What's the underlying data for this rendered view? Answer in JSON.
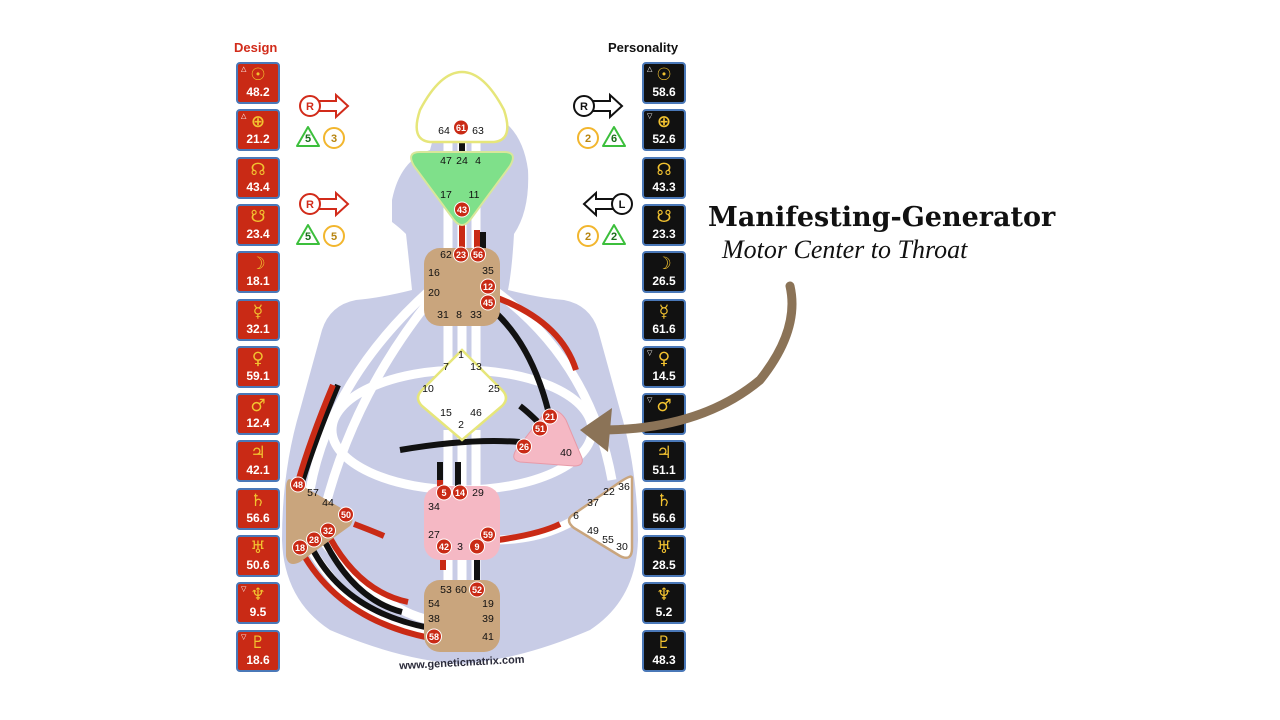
{
  "titles": {
    "design": "Design",
    "personality": "Personality"
  },
  "design": [
    {
      "icon": "sun-icon",
      "sym": "☉",
      "val": "48.2",
      "tri": "△"
    },
    {
      "icon": "earth-icon",
      "sym": "⊕",
      "val": "21.2",
      "tri": "△"
    },
    {
      "icon": "north-node-icon",
      "sym": "☊",
      "val": "43.4",
      "tri": ""
    },
    {
      "icon": "south-node-icon",
      "sym": "☋",
      "val": "23.4",
      "tri": ""
    },
    {
      "icon": "moon-icon",
      "sym": "☽",
      "val": "18.1",
      "tri": ""
    },
    {
      "icon": "mercury-icon",
      "sym": "☿",
      "val": "32.1",
      "tri": ""
    },
    {
      "icon": "venus-icon",
      "sym": "♀",
      "val": "59.1",
      "tri": ""
    },
    {
      "icon": "mars-icon",
      "sym": "♂",
      "val": "12.4",
      "tri": ""
    },
    {
      "icon": "jupiter-icon",
      "sym": "♃",
      "val": "42.1",
      "tri": ""
    },
    {
      "icon": "saturn-icon",
      "sym": "♄",
      "val": "56.6",
      "tri": ""
    },
    {
      "icon": "uranus-icon",
      "sym": "♅",
      "val": "50.6",
      "tri": ""
    },
    {
      "icon": "neptune-icon",
      "sym": "♆",
      "val": "9.5",
      "tri": "▽"
    },
    {
      "icon": "pluto-icon",
      "sym": "♇",
      "val": "18.6",
      "tri": "▽"
    }
  ],
  "personality": [
    {
      "icon": "sun-icon",
      "sym": "☉",
      "val": "58.6",
      "tri": "△"
    },
    {
      "icon": "earth-icon",
      "sym": "⊕",
      "val": "52.6",
      "tri": "▽"
    },
    {
      "icon": "north-node-icon",
      "sym": "☊",
      "val": "43.3",
      "tri": ""
    },
    {
      "icon": "south-node-icon",
      "sym": "☋",
      "val": "23.3",
      "tri": ""
    },
    {
      "icon": "moon-icon",
      "sym": "☽",
      "val": "26.5",
      "tri": ""
    },
    {
      "icon": "mercury-icon",
      "sym": "☿",
      "val": "61.6",
      "tri": ""
    },
    {
      "icon": "venus-icon",
      "sym": "♀",
      "val": "14.5",
      "tri": "▽"
    },
    {
      "icon": "mars-icon",
      "sym": "♂",
      "val": "",
      "tri": "▽"
    },
    {
      "icon": "jupiter-icon",
      "sym": "♃",
      "val": "51.1",
      "tri": ""
    },
    {
      "icon": "saturn-icon",
      "sym": "♄",
      "val": "56.6",
      "tri": ""
    },
    {
      "icon": "uranus-icon",
      "sym": "♅",
      "val": "28.5",
      "tri": ""
    },
    {
      "icon": "neptune-icon",
      "sym": "♆",
      "val": "5.2",
      "tri": ""
    },
    {
      "icon": "pluto-icon",
      "sym": "♇",
      "val": "48.3",
      "tri": ""
    }
  ],
  "variables": {
    "design_top": {
      "letter": "R",
      "nums": [
        "5",
        "3"
      ]
    },
    "design_bottom": {
      "letter": "R",
      "nums": [
        "5",
        "5"
      ]
    },
    "pers_top": {
      "letter": "R",
      "nums": [
        "2",
        "6"
      ]
    },
    "pers_bottom": {
      "letter": "L",
      "nums": [
        "2",
        "2"
      ]
    }
  },
  "centers": {
    "head": {
      "gates": [
        "64",
        "61",
        "63"
      ]
    },
    "ajna": {
      "gates": [
        "47",
        "24",
        "4",
        "17",
        "11",
        "43"
      ]
    },
    "throat": {
      "gates": [
        "62",
        "23",
        "56",
        "16",
        "35",
        "20",
        "12",
        "45",
        "31",
        "8",
        "33"
      ]
    },
    "g": {
      "gates": [
        "1",
        "7",
        "13",
        "10",
        "25",
        "15",
        "46",
        "2"
      ]
    },
    "ego": {
      "gates": [
        "21",
        "51",
        "26",
        "40"
      ]
    },
    "sacral": {
      "gates": [
        "5",
        "14",
        "29",
        "34",
        "27",
        "42",
        "3",
        "9",
        "59"
      ]
    },
    "spleen": {
      "gates": [
        "48",
        "57",
        "44",
        "50",
        "32",
        "28",
        "18"
      ]
    },
    "solar": {
      "gates": [
        "36",
        "22",
        "37",
        "6",
        "49",
        "55",
        "30"
      ]
    },
    "root": {
      "gates": [
        "53",
        "60",
        "52",
        "54",
        "19",
        "38",
        "39",
        "58",
        "41"
      ]
    }
  },
  "watermark": "www.geneticmatrix.com",
  "caption": {
    "line1": "Manifesting-Generator",
    "line2": "Motor Center to Throat"
  },
  "colors": {
    "design": "#c92a15",
    "personality": "#111111",
    "body": "#c8cce6",
    "arrow": "#8b7357",
    "tileBorder": "#4a78b8"
  }
}
